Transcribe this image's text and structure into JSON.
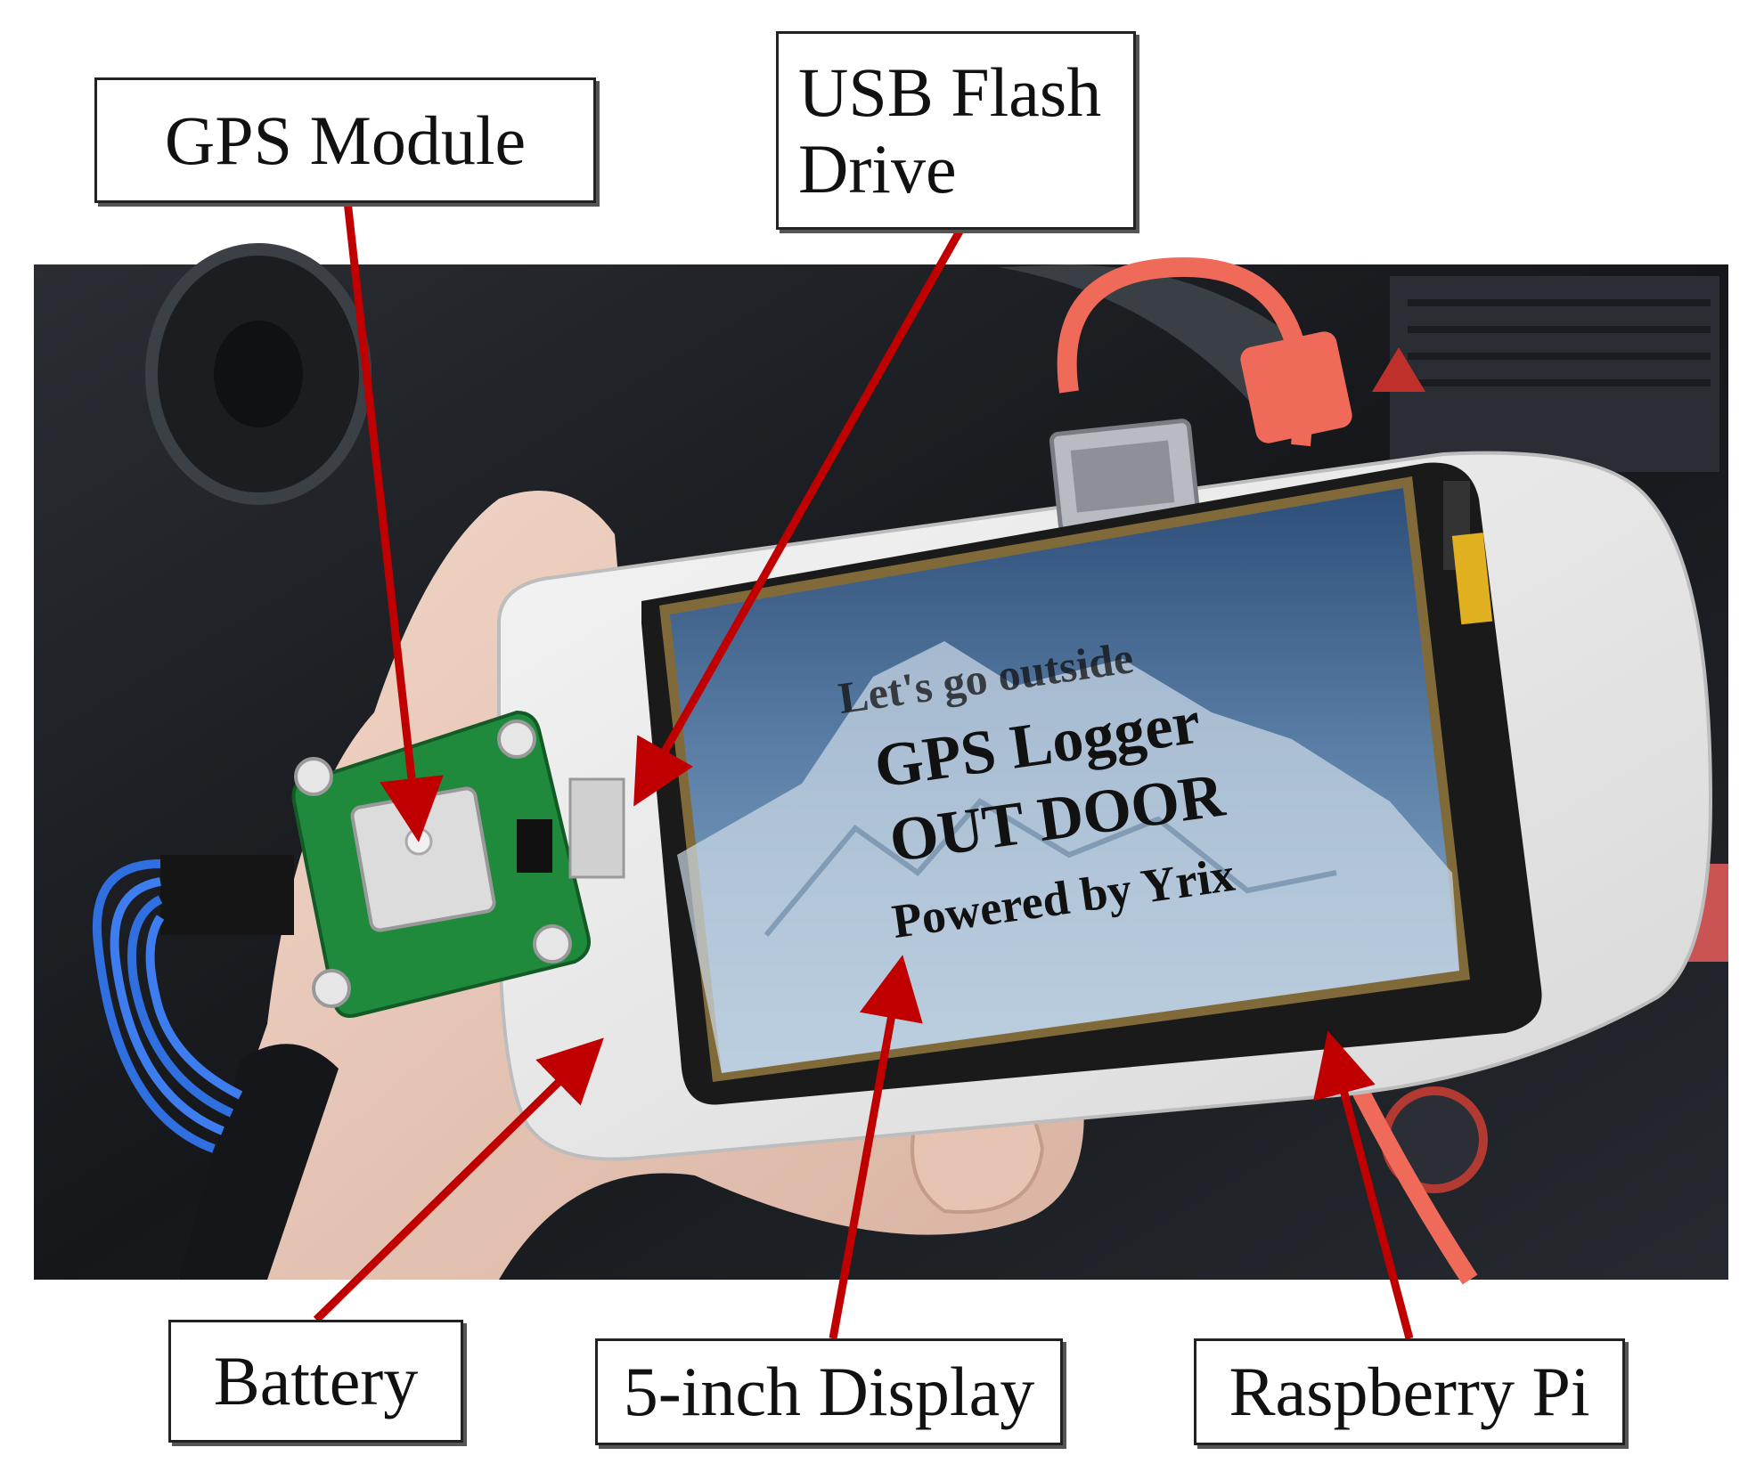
{
  "labels": {
    "gps_module": "GPS Module",
    "usb_flash_drive_line1": "USB Flash",
    "usb_flash_drive_line2": "Drive",
    "battery": "Battery",
    "display": "5-inch Display",
    "raspberry_pi": "Raspberry Pi"
  },
  "screen": {
    "line1": "Let's go outside",
    "line2": "GPS Logger",
    "line3": "OUT DOOR",
    "line4": "Powered by Yrix"
  },
  "colors": {
    "arrow": "#c00000",
    "screen_bg": "#3b5f86",
    "pcb": "#1f8a3c",
    "case": "#ececec",
    "cable_red": "#f06a5a",
    "wire_blue": "#2f6fe0"
  },
  "icons": [
    "arrow-icon"
  ]
}
